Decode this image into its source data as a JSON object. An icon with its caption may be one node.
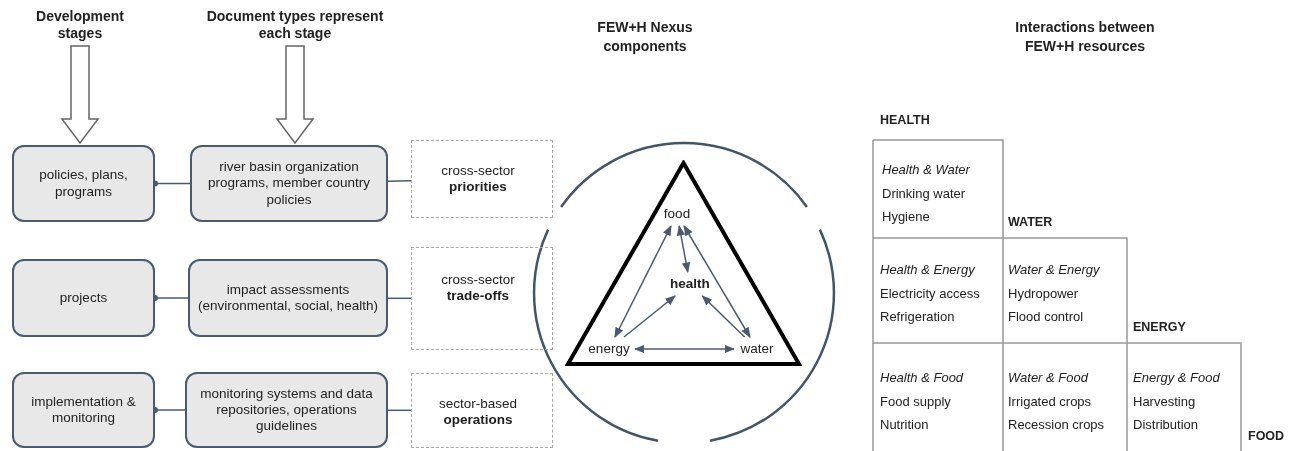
{
  "diagram": {
    "nodes": [
      {
        "text": [
          "Development stages"
        ]
      },
      {
        "text": [
          "Document types represent each stage"
        ]
      },
      {
        "text": [
          "policies, plans, programs"
        ]
      },
      {
        "text": [
          "river basin organization programs, member country policies"
        ]
      },
      {
        "text": [
          "projects"
        ]
      },
      {
        "text": [
          "impact assessments (environmental, social, health)"
        ]
      },
      {
        "text": [
          "implementation & monitoring"
        ]
      },
      {
        "text": [
          "monitoring systems and data repositories, operations guidelines"
        ]
      },
      {
        "text": [
          "cross-sector **priorities**"
        ]
      },
      {
        "text": [
          "cross-sector **trade-offs**"
        ]
      },
      {
        "text": [
          "sector-based **operations**"
        ]
      },
      {
        "text": [],
        "shape": "triangle"
      },
      {
        "text": [
          "food"
        ],
        "in": 11
      },
      {
        "text": [
          "health"
        ],
        "in": 11
      },
      {
        "text": [
          "energy"
        ],
        "in": 11
      },
      {
        "text": [
          "water"
        ],
        "in": 11
      }
    ],
    "edges": [
      {
        "from": 0,
        "to": 2,
        "arrow": "to"
      },
      {
        "from": 1,
        "to": 3,
        "arrow": "to"
      },
      {
        "from": 2,
        "to": 3,
        "arrow": "other"
      },
      {
        "from": 3,
        "to": 8,
        "arrow": "none"
      },
      {
        "from": 4,
        "to": 5,
        "arrow": "other"
      },
      {
        "from": 5,
        "to": 9,
        "arrow": "none"
      },
      {
        "from": 6,
        "to": 7,
        "arrow": "other"
      },
      {
        "from": 7,
        "to": 10,
        "arrow": "none"
      },
      {
        "from": 12,
        "to": 13,
        "arrow": "both"
      },
      {
        "from": 12,
        "to": 14,
        "arrow": "both"
      },
      {
        "from": 12,
        "to": 15,
        "arrow": "both"
      },
      {
        "from": 14,
        "to": 15,
        "arrow": "both"
      },
      {
        "from": 14,
        "to": 13,
        "arrow": "to"
      },
      {
        "from": 15,
        "to": 13,
        "arrow": "to"
      }
    ],
    "labels": [
      "FEW+H Nexus components",
      "Interactions between FEW+H resources",
      "HEALTH",
      "Health & Water",
      "Drinking water",
      "Hygiene",
      "WATER",
      "Health & Energy",
      "Electricity access",
      "Refrigeration",
      "Water & Energy",
      "Hydropower",
      "Flood control",
      "ENERGY",
      "Health & Food",
      "Food supply",
      "Nutrition",
      "Water & Food",
      "Irrigated crops",
      "Recession crops",
      "Energy & Food",
      "Harvesting",
      "Distribution",
      "FOOD"
    ]
  }
}
